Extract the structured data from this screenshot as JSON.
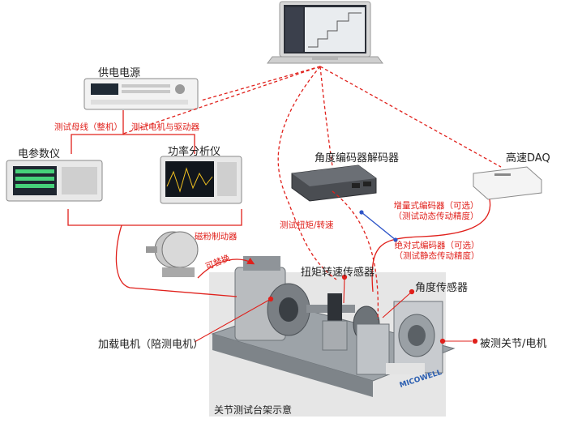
{
  "devices": {
    "power_supply": "供电电源",
    "electric_meter": "电参数仪",
    "power_analyzer": "功率分析仪",
    "encoder_decoder": "角度编码器解码器",
    "daq": "高速DAQ",
    "brake": "磁粉制动器"
  },
  "components": {
    "torque_sensor": "扭矩转速传感器",
    "angle_sensor": "角度传感器",
    "load_motor": "加载电机（陪测电机）",
    "joint_under_test": "被测关节/电机",
    "bench_caption": "关节测试台架示意",
    "brand_logo": "MICOWELL"
  },
  "links": {
    "bus_test": "测试母线（整机）",
    "motor_driver_test": "测试电机与驱动器",
    "torque_speed_test": "测试扭矩/转速",
    "replaceable": "可替换",
    "incremental_encoder": "增量式编码器（可选）",
    "incremental_note": "（测试动态传动精度）",
    "absolute_encoder": "绝对式编码器（可选）",
    "absolute_note": "（测试静态传动精度）"
  },
  "colors": {
    "link_red": "#e0201b",
    "encoder_blue": "#2e55c8",
    "bench_bg": "#e6e6e6"
  }
}
